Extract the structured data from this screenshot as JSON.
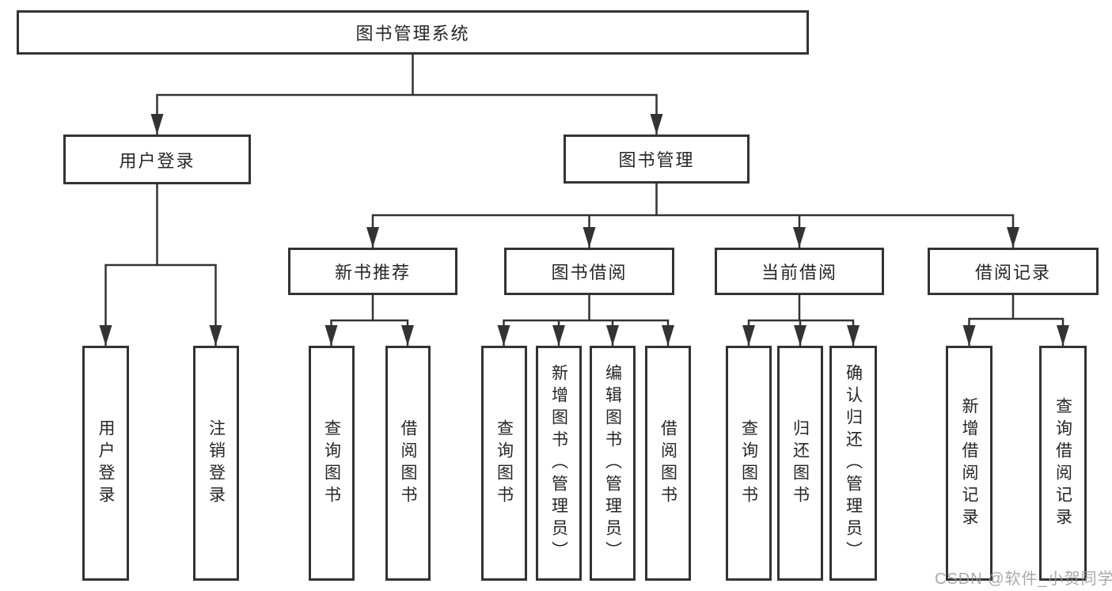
{
  "diagram": {
    "root": {
      "label": "图书管理系统"
    },
    "level2": [
      {
        "label": "用户登录"
      },
      {
        "label": "图书管理"
      }
    ],
    "level3": [
      {
        "label": "新书推荐"
      },
      {
        "label": "图书借阅"
      },
      {
        "label": "当前借阅"
      },
      {
        "label": "借阅记录"
      }
    ],
    "leaves": [
      {
        "label": "用户登录"
      },
      {
        "label": "注销登录"
      },
      {
        "label": "查询图书"
      },
      {
        "label": "借阅图书"
      },
      {
        "label": "查询图书"
      },
      {
        "label": "新增图书（管理员）"
      },
      {
        "label": "编辑图书（管理员）"
      },
      {
        "label": "借阅图书"
      },
      {
        "label": "查询图书"
      },
      {
        "label": "归还图书"
      },
      {
        "label": "确认归还（管理员）"
      },
      {
        "label": "新增借阅记录"
      },
      {
        "label": "查询借阅记录"
      }
    ]
  },
  "watermark": {
    "text": "CSDN @软件_小贺同学"
  },
  "colors": {
    "line": "#333333",
    "border": "#333333",
    "text": "#262626",
    "background": "#ffffff",
    "watermark": "#969696"
  }
}
